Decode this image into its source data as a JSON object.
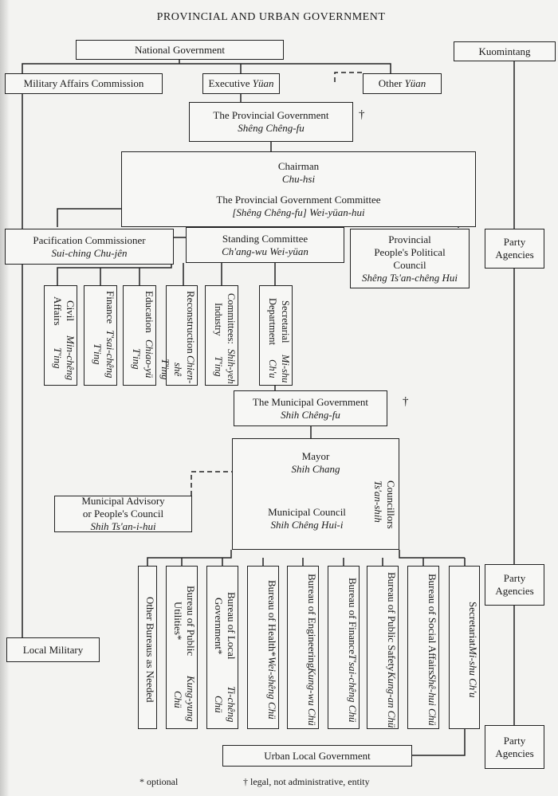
{
  "title": "PROVINCIAL AND URBAN GOVERNMENT",
  "national": "National Government",
  "kuomintang": "Kuomintang",
  "military_affairs": "Military Affairs Commission",
  "executive": {
    "a": "Executive ",
    "b": "Yüan"
  },
  "other_yuan": {
    "a": "Other ",
    "b": "Yüan"
  },
  "provincial_gov": {
    "name": "The Provincial Government",
    "rom": "Shêng Chêng-fu"
  },
  "dagger": "†",
  "chairman": {
    "name": "Chairman",
    "rom": "Chu-hsi",
    "committee": "The Provincial Government Committee",
    "committee_rom": "[Shêng Chêng-fu] Wei-yüan-hui"
  },
  "pacification": {
    "name": "Pacification Commissioner",
    "rom": "Sui-ching Chu-jên"
  },
  "standing": {
    "name": "Standing Committee",
    "rom": "Ch'ang-wu Wei-yüan"
  },
  "political_council": {
    "l1": "Provincial",
    "l2": "People's Political",
    "l3": "Council",
    "rom": "Shêng Ts'an-chêng Hui"
  },
  "party_agencies": "Party Agencies",
  "departments": [
    {
      "name": "Civil Affairs",
      "rom": "Min-chêng T'ing"
    },
    {
      "name": "Finance",
      "rom": "T'sai-chêng T'ing"
    },
    {
      "name": "Education",
      "rom": "Chiao-yü T'ing"
    },
    {
      "name": "Reconstruction",
      "rom": "Chien-shê T'ing"
    },
    {
      "name": "Committees: Industry",
      "rom": "Shih-yeh T'ing"
    },
    {
      "name": "Secretarial Department",
      "rom": "Mi-shu Ch'u"
    }
  ],
  "municipal_gov": {
    "name": "The Municipal Government",
    "rom": "Shih Chêng-fu"
  },
  "mayor": {
    "name": "Mayor",
    "rom": "Shih Chang",
    "council": "Municipal Council",
    "council_rom": "Shih Chêng Hui-i",
    "councillors": "Councillors",
    "councillors_rom": "Ts'an-shih"
  },
  "advisory": {
    "l1": "Municipal Advisory",
    "l2": "or People's Council",
    "rom": "Shih Ts'an-i-hui"
  },
  "bureaus": [
    {
      "name": "Other Bureaus as Needed",
      "rom": ""
    },
    {
      "name": "Bureau of Public Utilities*",
      "rom": "Kung-yung Chü"
    },
    {
      "name": "Bureau of Local Government*",
      "rom": "Ti-chêng Chü"
    },
    {
      "name": "Bureau of Health*",
      "rom": "Wei-shêng Chü"
    },
    {
      "name": "Bureau of Engineering",
      "rom": "Kung-wu Chü"
    },
    {
      "name": "Bureau of Finance",
      "rom": "T'sai-chêng Chü"
    },
    {
      "name": "Bureau of Public Safety",
      "rom": "Kung-an Chü"
    },
    {
      "name": "Bureau of Social Affairs",
      "rom": "Shê-hui Chü"
    },
    {
      "name": "Secretariat",
      "rom": "Mi-shu Ch'u"
    }
  ],
  "local_military": "Local Military",
  "urban_local": "Urban Local Government",
  "footnotes": {
    "optional": "* optional",
    "legal": "† legal, not administrative, entity"
  }
}
